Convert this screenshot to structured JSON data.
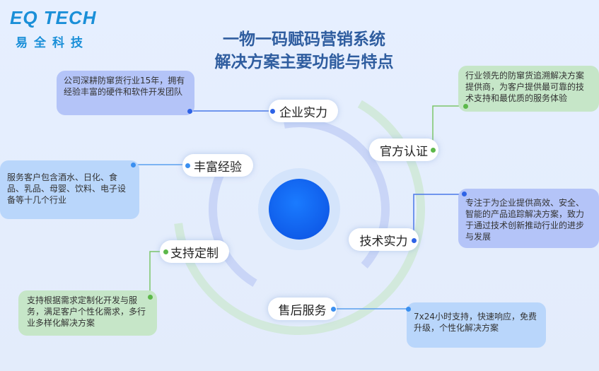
{
  "logo": {
    "en": "EQ TECH",
    "cn": "易全科技"
  },
  "title": {
    "line1": "一物一码赋码营销系统",
    "line2": "解决方案主要功能与特点"
  },
  "nodes": [
    {
      "label": "企业实力",
      "desc": "公司深耕防窜货行业15年，拥有经验丰富的硬件和软件开发团队"
    },
    {
      "label": "官方认证",
      "desc": "行业领先的防窜货追溯解决方案提供商，为客户提供最可靠的技术支持和最优质的服务体验"
    },
    {
      "label": "丰富经验",
      "desc": "服务客户包含酒水、日化、食品、乳品、母婴、饮料、电子设备等十几个行业"
    },
    {
      "label": "技术实力",
      "desc": "专注于为企业提供高效、安全、智能的产品追踪解决方案，致力于通过技术创新推动行业的进步与发展"
    },
    {
      "label": "支持定制",
      "desc": "支持根据需求定制化开发与服务，满足客户个性化需求，多行业多样化解决方案"
    },
    {
      "label": "售后服务",
      "desc": "7x24小时支持，快速响应，免费升级，个性化解决方案"
    }
  ],
  "colors": {
    "blue_box": "#b9d6fb",
    "purple_box": "#b4c4f8",
    "green_box": "#c6e6c8",
    "title": "#2f5d9f"
  }
}
